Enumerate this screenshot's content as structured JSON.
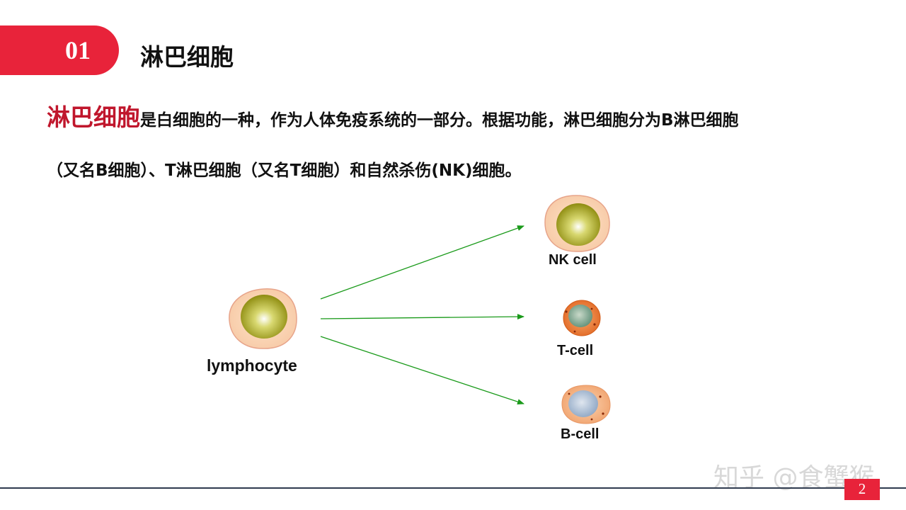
{
  "header": {
    "section_number": "01",
    "title": "淋巴细胞"
  },
  "intro": {
    "highlight": "淋巴细胞",
    "line1_rest": "是白细胞的一种，作为人体免疫系统的一部分。根据功能，淋巴细胞分为B淋巴细胞",
    "line2": "（又名B细胞）、T淋巴细胞（又名T细胞）和自然杀伤(NK)细胞。"
  },
  "diagram": {
    "source_label": "lymphocyte",
    "targets": [
      {
        "label": "NK cell",
        "icon": "nk-cell-icon"
      },
      {
        "label": "T-cell",
        "icon": "t-cell-icon"
      },
      {
        "label": "B-cell",
        "icon": "b-cell-icon"
      }
    ],
    "arrow_color": "#1a9a1a"
  },
  "watermark": "知乎 @食蟹猴",
  "footer": {
    "page_number": "2"
  },
  "colors": {
    "accent": "#e8233a",
    "highlight_text": "#c0162c",
    "rule": "#2f3b4f"
  }
}
